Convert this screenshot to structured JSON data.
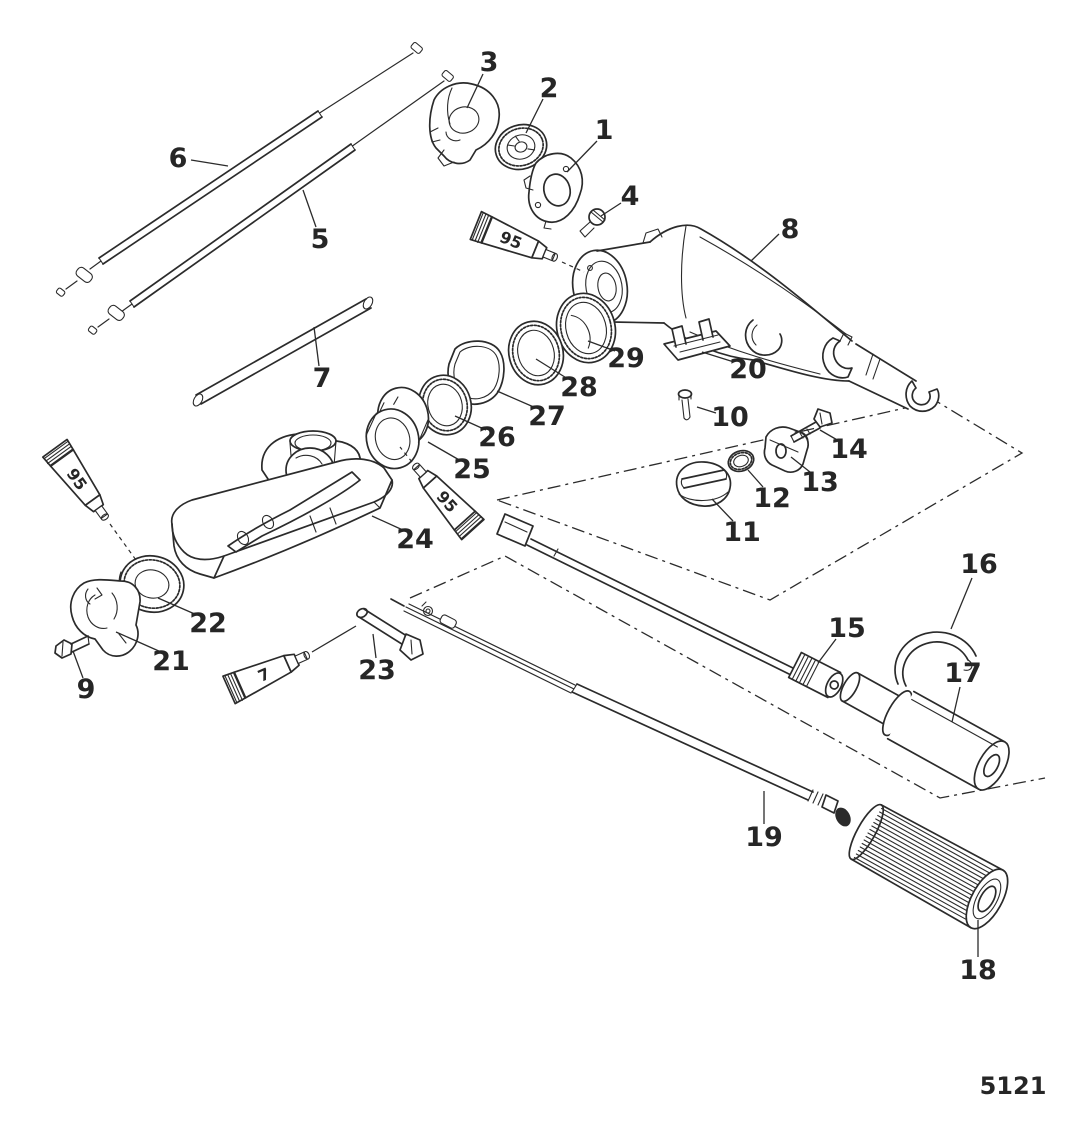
{
  "figure": {
    "drawing_number": "5121",
    "background_color": "#ffffff",
    "line_color": "#2b2b2b",
    "label_color": "#262626"
  },
  "callouts": [
    {
      "part": "1",
      "label": "1"
    },
    {
      "part": "2",
      "label": "2"
    },
    {
      "part": "3",
      "label": "3"
    },
    {
      "part": "4",
      "label": "4"
    },
    {
      "part": "5",
      "label": "5"
    },
    {
      "part": "6",
      "label": "6"
    },
    {
      "part": "7",
      "label": "7"
    },
    {
      "part": "8",
      "label": "8"
    },
    {
      "part": "9",
      "label": "9"
    },
    {
      "part": "10",
      "label": "10"
    },
    {
      "part": "11",
      "label": "11"
    },
    {
      "part": "12",
      "label": "12"
    },
    {
      "part": "13",
      "label": "13"
    },
    {
      "part": "14",
      "label": "14"
    },
    {
      "part": "15",
      "label": "15"
    },
    {
      "part": "16",
      "label": "16"
    },
    {
      "part": "17",
      "label": "17"
    },
    {
      "part": "18",
      "label": "18"
    },
    {
      "part": "19",
      "label": "19"
    },
    {
      "part": "20",
      "label": "20"
    },
    {
      "part": "21",
      "label": "21"
    },
    {
      "part": "22",
      "label": "22"
    },
    {
      "part": "23",
      "label": "23"
    },
    {
      "part": "24",
      "label": "24"
    },
    {
      "part": "25",
      "label": "25"
    },
    {
      "part": "26",
      "label": "26"
    },
    {
      "part": "27",
      "label": "27"
    },
    {
      "part": "28",
      "label": "28"
    },
    {
      "part": "29",
      "label": "29"
    }
  ],
  "tube_labels": [
    {
      "label": "95"
    },
    {
      "label": "95"
    },
    {
      "label": "95"
    },
    {
      "label": "7"
    }
  ]
}
